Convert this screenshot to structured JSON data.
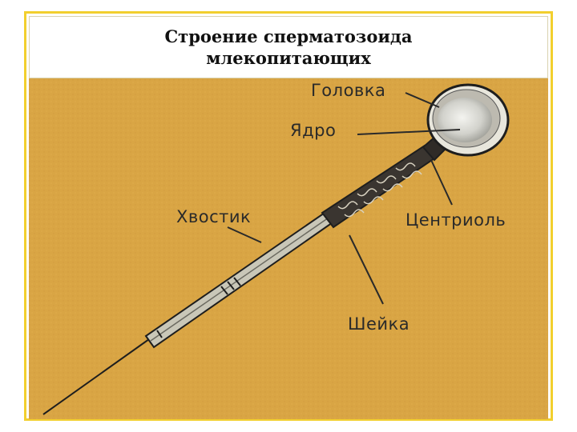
{
  "title": {
    "line1": "Строение  сперматозоида",
    "line2": "млекопитающих"
  },
  "labels": {
    "head": "Головка",
    "nucleus": "Ядро",
    "tail": "Хвостик",
    "centriole": "Центриоль",
    "neck": "Шейка"
  },
  "colors": {
    "background": "#d9a544",
    "frame": "#f2cf2e",
    "ink": "#2a2a2a"
  }
}
